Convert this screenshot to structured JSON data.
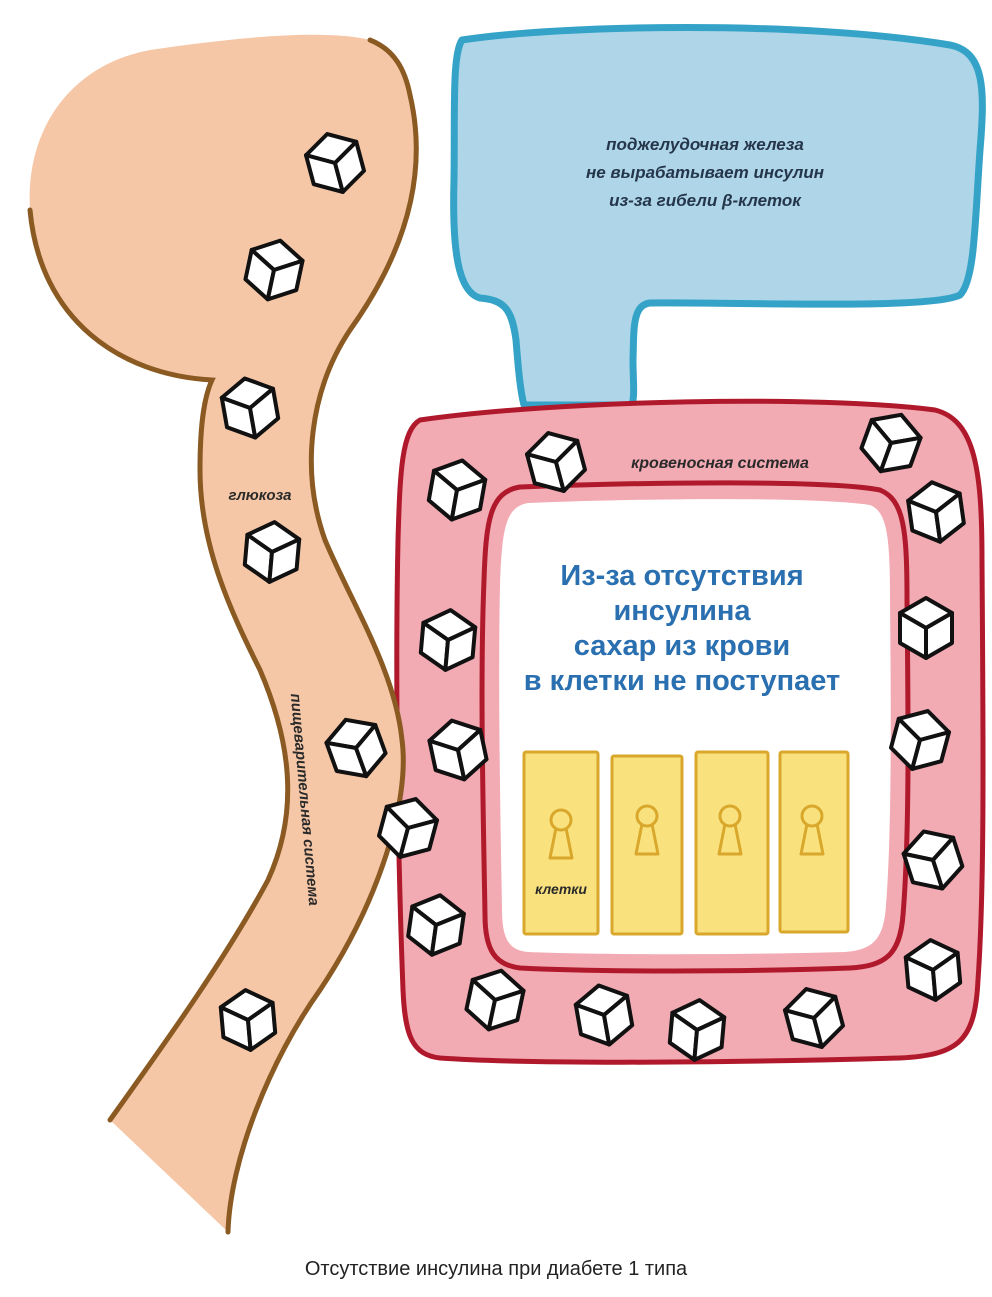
{
  "labels": {
    "pancreas": [
      "поджелудочная железа",
      "не вырабатывает инсулин",
      "из-за гибели β-клеток"
    ],
    "blood_system": "кровеносная система",
    "glucose": "глюкоза",
    "digestive_system": "пищеварительная система",
    "cells": "клетки",
    "main_message": [
      "Из-за отсутствия",
      "инсулина",
      "сахар из крови",
      "в клетки не поступает"
    ],
    "caption": "Отсутствие инсулина при диабете 1 типа"
  },
  "colors": {
    "digestive_fill": "#f6c7a6",
    "digestive_outline": "#8a5a22",
    "pancreas_fill": "#aed6e8",
    "pancreas_outline": "#35a3c7",
    "blood_fill": "#f2aab3",
    "blood_outline": "#b0192c",
    "cell_fill": "#f9e27e",
    "cell_outline": "#d9a72b",
    "message_text": "#2a6fb0"
  },
  "icons": {
    "sugar_cube": "sugar-cube-icon",
    "keyhole": "keyhole-icon"
  }
}
